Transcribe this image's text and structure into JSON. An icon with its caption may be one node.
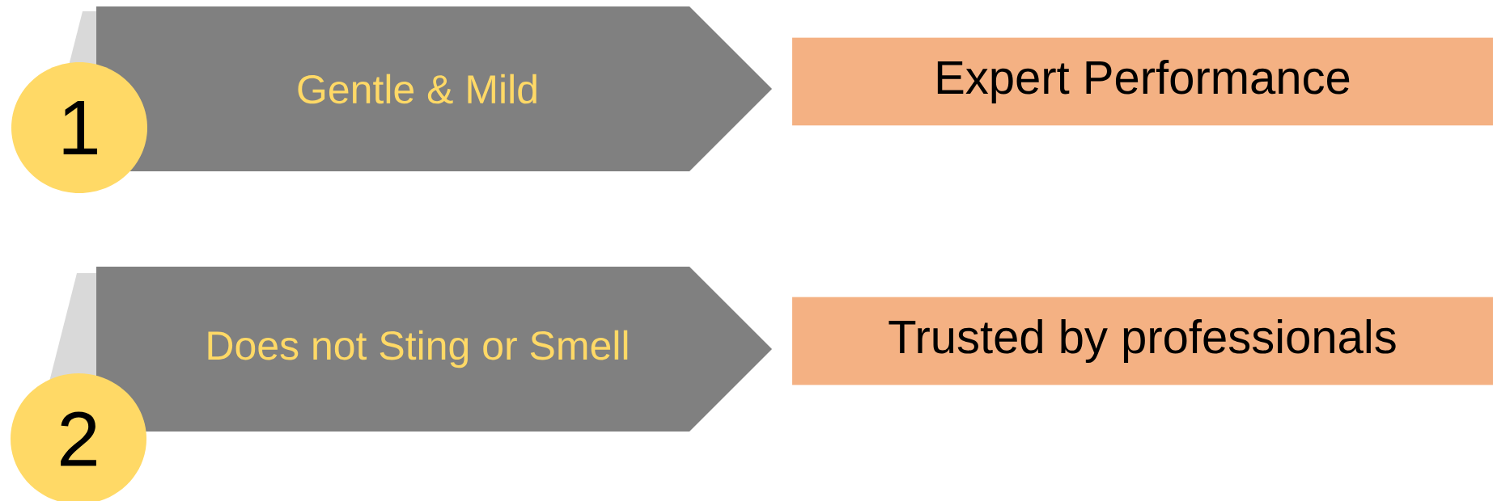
{
  "diagram": {
    "nodes": [
      {
        "text": [
          "1"
        ]
      },
      {
        "text": [
          "Gentle & Mild"
        ]
      },
      {
        "text": [
          "Expert Performance"
        ]
      },
      {
        "text": [
          "2"
        ]
      },
      {
        "text": [
          "Does not Sting or Smell"
        ]
      },
      {
        "text": [
          "Trusted by professionals"
        ]
      }
    ]
  }
}
